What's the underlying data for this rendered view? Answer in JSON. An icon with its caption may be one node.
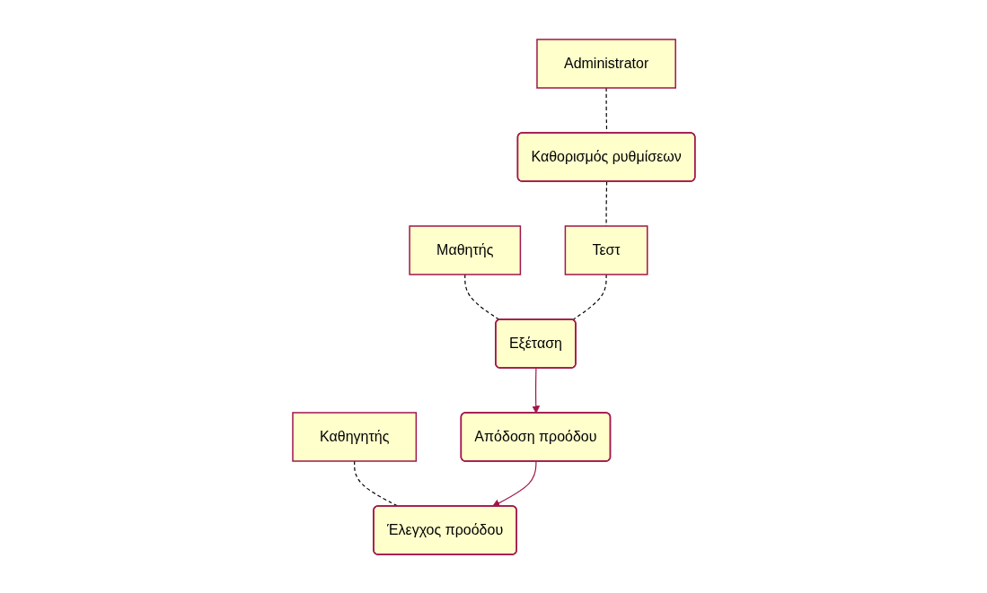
{
  "diagram": {
    "nodes": [
      {
        "text": [
          "Administrator"
        ]
      },
      {
        "text": [
          "Μαθητής"
        ]
      },
      {
        "text": [
          "Καθηγητής"
        ]
      },
      {
        "text": [
          "Καθορισμός ρυθμίσεων"
        ]
      },
      {
        "text": [
          "Τεστ"
        ]
      },
      {
        "text": [
          "Έλεγχος προόδου"
        ]
      },
      {
        "text": [
          "Απόδοση προόδου"
        ]
      },
      {
        "text": [
          "Εξέταση"
        ]
      }
    ],
    "edges": [
      {
        "from": 0,
        "to": 3,
        "arrow": "none",
        "style": "dashed"
      },
      {
        "from": 3,
        "to": 4,
        "arrow": "none",
        "style": "dashed"
      },
      {
        "from": 1,
        "to": 7,
        "arrow": "none",
        "style": "dashed"
      },
      {
        "from": 4,
        "to": 7,
        "arrow": "none",
        "style": "dashed"
      },
      {
        "from": 2,
        "to": 5,
        "arrow": "none",
        "style": "dashed"
      },
      {
        "from": 7,
        "to": 6,
        "arrow": "to",
        "color": "#a0164a"
      },
      {
        "from": 6,
        "to": 5,
        "arrow": "to",
        "color": "#a0164a"
      }
    ]
  }
}
